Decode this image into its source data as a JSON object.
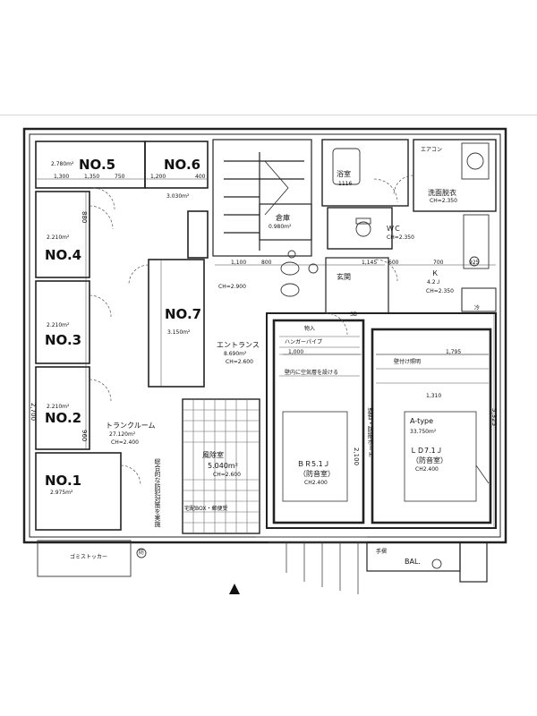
{
  "lockers": [
    {
      "no": "NO.5",
      "area": "2.780m²"
    },
    {
      "no": "NO.6",
      "area": "3.030m²"
    },
    {
      "no": "NO.4",
      "area": "2.210m²"
    },
    {
      "no": "NO.7",
      "area": "3.150m²"
    },
    {
      "no": "NO.3",
      "area": "2.210m²"
    },
    {
      "no": "NO.2",
      "area": "2.210m²"
    },
    {
      "no": "NO.1",
      "area": "2.975m²"
    }
  ],
  "rooms": {
    "trunk_room": {
      "name": "トランクルーム",
      "area": "27.120m²",
      "ch": "CH=2.400"
    },
    "entrance_hall": {
      "name": "エントランス",
      "area": "8.690m²",
      "ch": "CH=2.600"
    },
    "wind_room": {
      "name": "風除室",
      "area": "5.040m²",
      "ch": "CH=2.600"
    },
    "storage": {
      "name": "倉庫",
      "area": "0.980m²"
    },
    "bath": {
      "name": "浴室",
      "size": "1116"
    },
    "washroom": {
      "name": "洗面脱衣",
      "ch": "CH=2.350"
    },
    "wc": {
      "name": "ＷＣ",
      "ch": "CH=2.350"
    },
    "kitchen": {
      "name": "Ｋ",
      "size": "4.2Ｊ",
      "ch": "CH=2.350"
    },
    "genkan": {
      "name": "玄関"
    },
    "shoebox": {
      "name": "SB"
    },
    "closet": {
      "name": "物入"
    },
    "bedroom": {
      "name": "ＢＲ5.1Ｊ",
      "sub": "（防音室）",
      "ch": "CH2.400"
    },
    "ldk": {
      "name": "ＬＤ7.1Ｊ",
      "sub": "（防音室）",
      "ch": "CH2.400"
    },
    "unit_type": {
      "name": "A-type",
      "area": "33.750m²"
    },
    "balcony": {
      "name": "BAL."
    },
    "refrigerator": {
      "name": "冷"
    },
    "corridor": {
      "ch": "CH=2.900"
    }
  },
  "notes": {
    "garbage": "ゴミストッカー",
    "mailbox": "宅配BOX・郵便受",
    "hanger_pipe": "ハンガーパイプ",
    "light_bulk": "壁付け照明",
    "wall_void": "壁内に空気層を設ける",
    "vertical_left": "総合的な防犯対策を実施",
    "vertical_right": "遮音・防振ボード",
    "handrail": "手摺",
    "aircon": "エアコン",
    "fire_alarm": "防"
  },
  "dimensions": {
    "d1300": "1,300",
    "d1350": "1,350",
    "d750": "750",
    "d400": "400",
    "d1200": "1,200",
    "d1100": "1,100",
    "d800": "800",
    "d1145": "1,145",
    "d600": "600",
    "d700": "700",
    "d925": "925",
    "d1000": "1,000",
    "d1795": "1,795",
    "d2100": "2,100",
    "d1310": "1,310",
    "d5325": "5,325",
    "d880": "880",
    "d960": "960",
    "d2700": "2,700"
  }
}
